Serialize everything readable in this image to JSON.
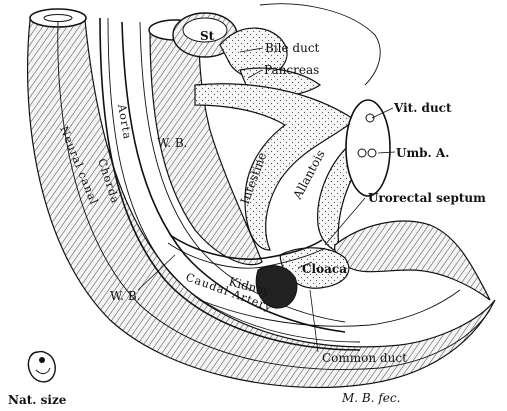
{
  "labels": {
    "st": "St",
    "bile_duct": "Bile duct",
    "pancreas": "Pancreas",
    "vit_duct": "Vit. duct",
    "umb_a": "Umb. A.",
    "allantois": "Allantois",
    "intestine": "Intestine",
    "urorectal_septum": "Urorectal septum",
    "cloaca": "Cloaca",
    "kidney": "Kidney",
    "caudal_artery": "Caudal Artery",
    "common_duct": "Common duct",
    "wb_upper": "W. B.",
    "wb_lower": "W. B.",
    "neural_canal": "Neural canal",
    "chorda": "Chorda",
    "aorta": "Aorta",
    "nat_size": "Nat. size",
    "signature": "M. B. fec."
  }
}
